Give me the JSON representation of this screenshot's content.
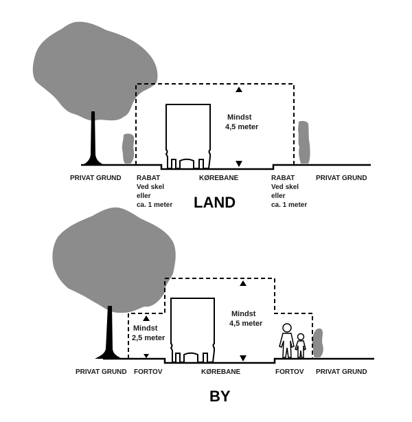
{
  "land": {
    "title": "LAND",
    "labels": {
      "left_private": "PRIVAT GRUND",
      "left_rabat": "RABAT",
      "left_rabat_l2": "Ved skel",
      "left_rabat_l3": "eller",
      "left_rabat_l4": "ca. 1 meter",
      "road": "KØREBANE",
      "right_rabat": "RABAT",
      "right_rabat_l2": "Ved skel",
      "right_rabat_l3": "eller",
      "right_rabat_l4": "ca. 1 meter",
      "right_private": "PRIVAT GRUND"
    },
    "height_label_1": "Mindst",
    "height_label_2": "4,5 meter"
  },
  "by": {
    "title": "BY",
    "labels": {
      "left_private": "PRIVAT GRUND",
      "left_sidewalk": "FORTOV",
      "road": "KØREBANE",
      "right_sidewalk": "FORTOV",
      "right_private": "PRIVAT GRUND"
    },
    "sidewalk_height_1": "Mindst",
    "sidewalk_height_2": "2,5 meter",
    "road_height_1": "Mindst",
    "road_height_2": "4,5 meter"
  },
  "colors": {
    "foliage": "#8c8c8c",
    "line": "#000000"
  }
}
